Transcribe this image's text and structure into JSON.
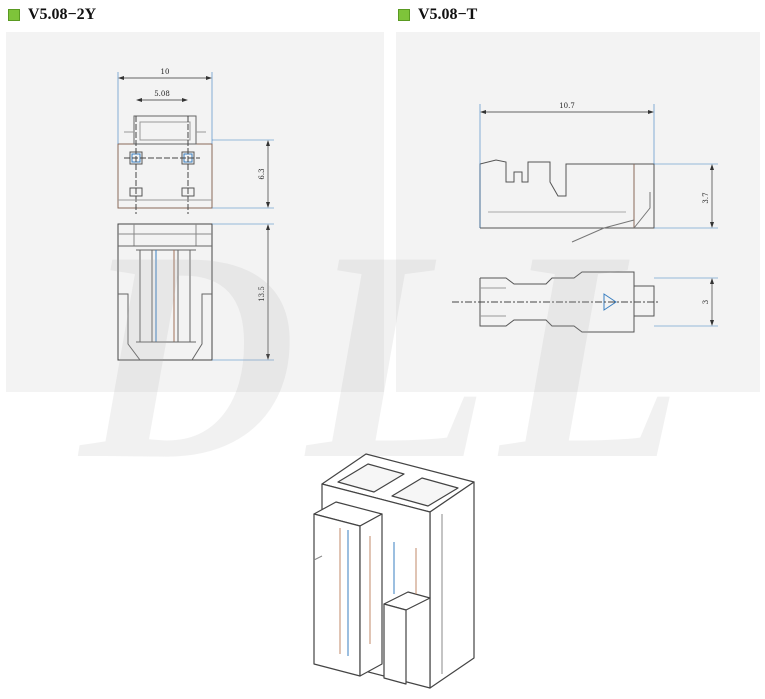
{
  "headings": {
    "left": "V5.08−2Y",
    "right": "V5.08−T"
  },
  "dimensions": {
    "housing_width": "10",
    "pin_pitch": "5.08",
    "top_view_height": "6.3",
    "front_view_height": "13.5",
    "terminal_length": "10.7",
    "terminal_height": "3.7",
    "terminal_width": "3"
  },
  "watermark": "DLL",
  "colors": {
    "bullet": "#7ec43a",
    "panel_bg": "#f3f3f3",
    "dimension_line": "#3a7fc1"
  }
}
